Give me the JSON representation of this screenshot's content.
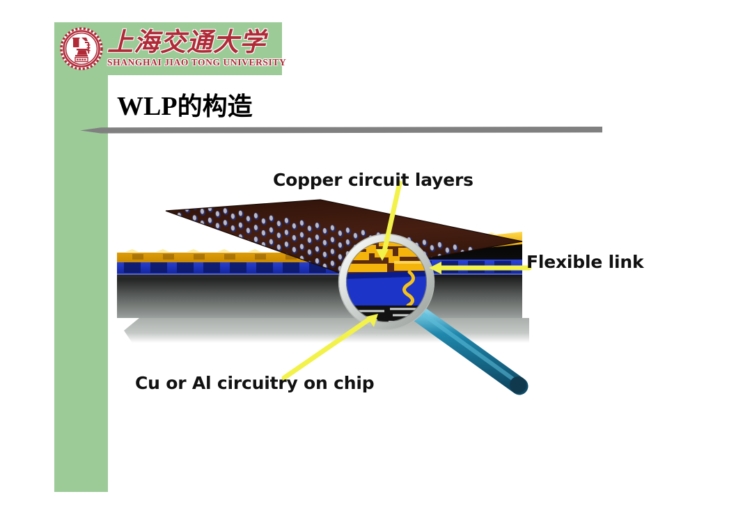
{
  "slide": {
    "title_latin": "WLP",
    "title_cjk": "的构造",
    "background_color": "#ffffff",
    "accent_green": "#9ccb98",
    "rule_color": "#808080"
  },
  "logo": {
    "seal_name": "sjtu-seal",
    "chinese_name": "上海交通大学",
    "english_name": "SHANGHAI JIAO TONG UNIVERSITY",
    "color": "#b02a38",
    "band_color": "#9ccb98"
  },
  "figure": {
    "name": "wlp-wafer-level-package-cutaway",
    "labels": {
      "copper": "Copper circuit layers",
      "flexible": "Flexible link",
      "cu_al": "Cu or Al circuitry on chip"
    },
    "colors": {
      "bump_highlight": "#e8eefc",
      "bump_blue": "#2a3f9e",
      "substrate_brown": "#4a2418",
      "gold_layer": "#f5c21b",
      "silicon_blue": "#1c34c8",
      "base_dark": "#0a0a0a",
      "base_gray": "#8d918f",
      "lens_rim": "#dfe3e1",
      "handle_teal": "#1f7fa8",
      "arrow_yellow": "#f2f24a"
    }
  }
}
